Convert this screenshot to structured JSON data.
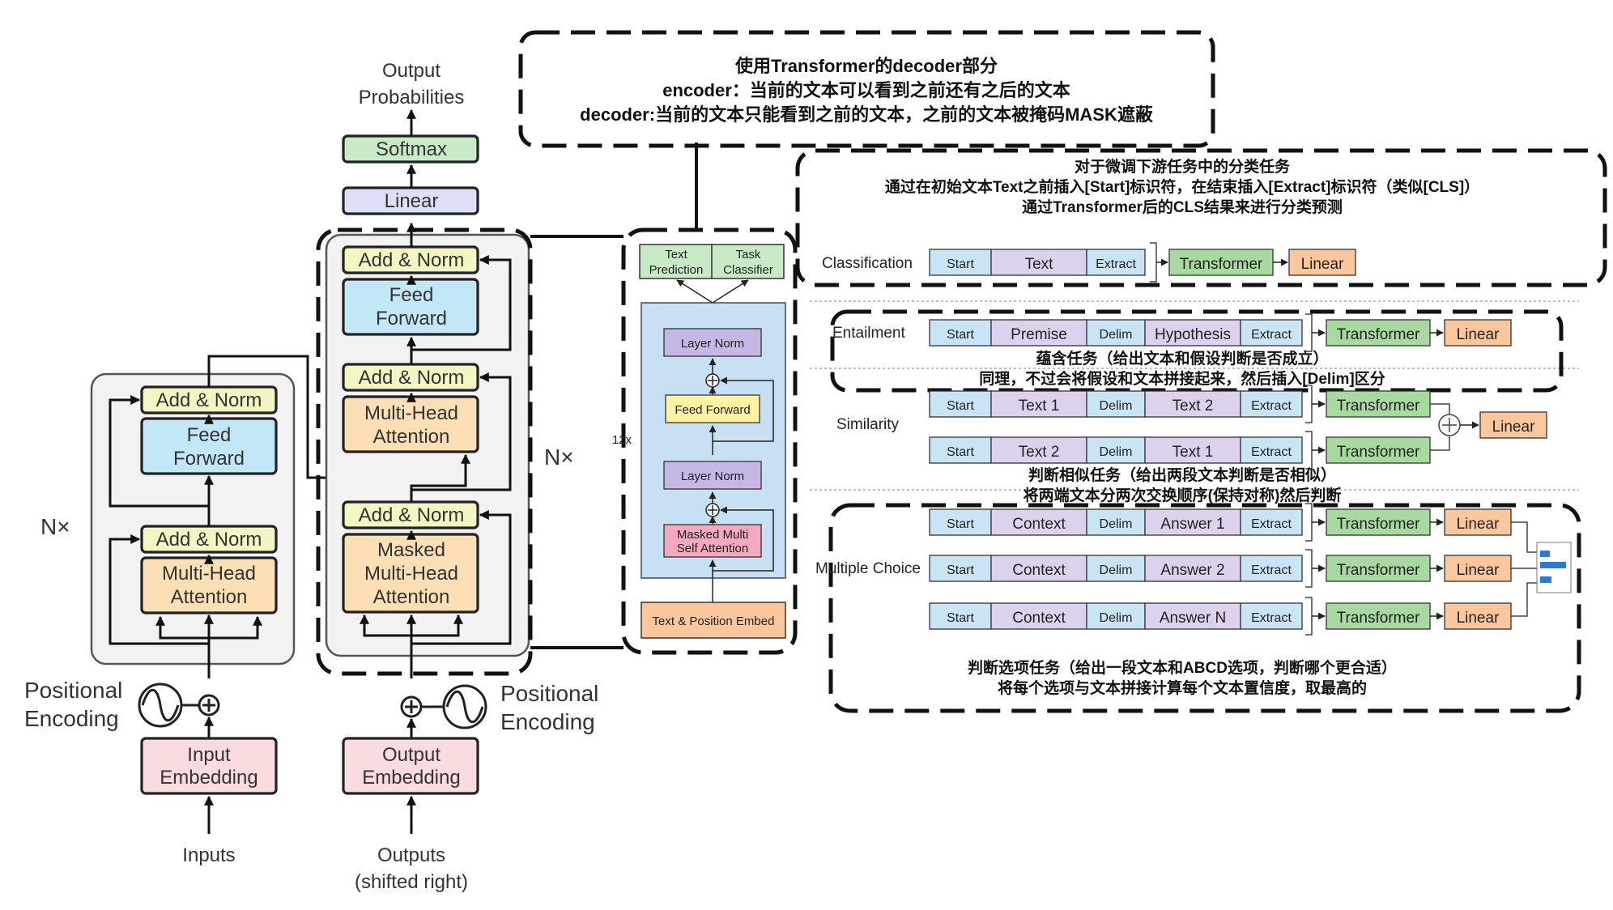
{
  "transformer": {
    "output_label_1": "Output",
    "output_label_2": "Probabilities",
    "softmax": "Softmax",
    "linear": "Linear",
    "add_norm": "Add & Norm",
    "feed_forward_1": "Feed",
    "feed_forward_2": "Forward",
    "multi_head_1": "Multi-Head",
    "multi_head_2": "Attention",
    "masked_1": "Masked",
    "masked_2": "Multi-Head",
    "masked_3": "Attention",
    "nx": "N×",
    "positional_1": "Positional",
    "positional_2": "Encoding",
    "input_embedding_1": "Input",
    "input_embedding_2": "Embedding",
    "output_embedding_1": "Output",
    "output_embedding_2": "Embedding",
    "inputs": "Inputs",
    "outputs_1": "Outputs",
    "outputs_2": "(shifted right)"
  },
  "decoder_note": {
    "line1": "使用Transformer的decoder部分",
    "line2": "encoder：当前的文本可以看到之前还有之后的文本",
    "line3": "decoder:当前的文本只能看到之前的文本，之前的文本被掩码MASK遮蔽"
  },
  "gpt_block": {
    "text_prediction_1": "Text",
    "text_prediction_2": "Prediction",
    "task_classifier_1": "Task",
    "task_classifier_2": "Classifier",
    "layer_norm": "Layer Norm",
    "feed_forward": "Feed Forward",
    "masked_attention_1": "Masked Multi",
    "masked_attention_2": "Self Attention",
    "embed": "Text & Position Embed",
    "repeat": "12x"
  },
  "tokens": {
    "start": "Start",
    "text": "Text",
    "extract": "Extract",
    "delim": "Delim",
    "premise": "Premise",
    "hypothesis": "Hypothesis",
    "text1": "Text 1",
    "text2": "Text 2",
    "context": "Context",
    "answer1": "Answer 1",
    "answer2": "Answer 2",
    "answerN": "Answer N",
    "transformer": "Transformer",
    "linear": "Linear"
  },
  "tasks": {
    "classification": {
      "label": "Classification",
      "note1": "对于微调下游任务中的分类任务",
      "note2": "通过在初始文本Text之前插入[Start]标识符，在结束插入[Extract]标识符（类似[CLS]）",
      "note3": "通过Transformer后的CLS结果来进行分类预测"
    },
    "entailment": {
      "label": "Entailment",
      "note1": "蕴含任务（给出文本和假设判断是否成立）",
      "note2": "同理，不过会将假设和文本拼接起来，然后插入[Delim]区分"
    },
    "similarity": {
      "label": "Similarity",
      "note1": "判断相似任务（给出两段文本判断是否相似）",
      "note2": "将两端文本分两次交换顺序(保持对称)然后判断"
    },
    "multiple_choice": {
      "label": "Multiple Choice",
      "note1": "判断选项任务（给出一段文本和ABCD选项，判断哪个更合适）",
      "note2": "将每个选项与文本拼接计算每个文本置信度，取最高的"
    }
  },
  "colors": {
    "add_norm": "#f3f5c3",
    "feed_forward": "#c2e8f7",
    "attention": "#fcdfb5",
    "linear": "#dcdff5",
    "softmax": "#c9eac7",
    "embedding": "#fadcdf",
    "layer_norm": "#c5b8e5",
    "token_start": "#c9e4f5",
    "token_text": "#dcd2ee",
    "transformer": "#a8d9a0",
    "linear_head": "#fcc79d"
  }
}
